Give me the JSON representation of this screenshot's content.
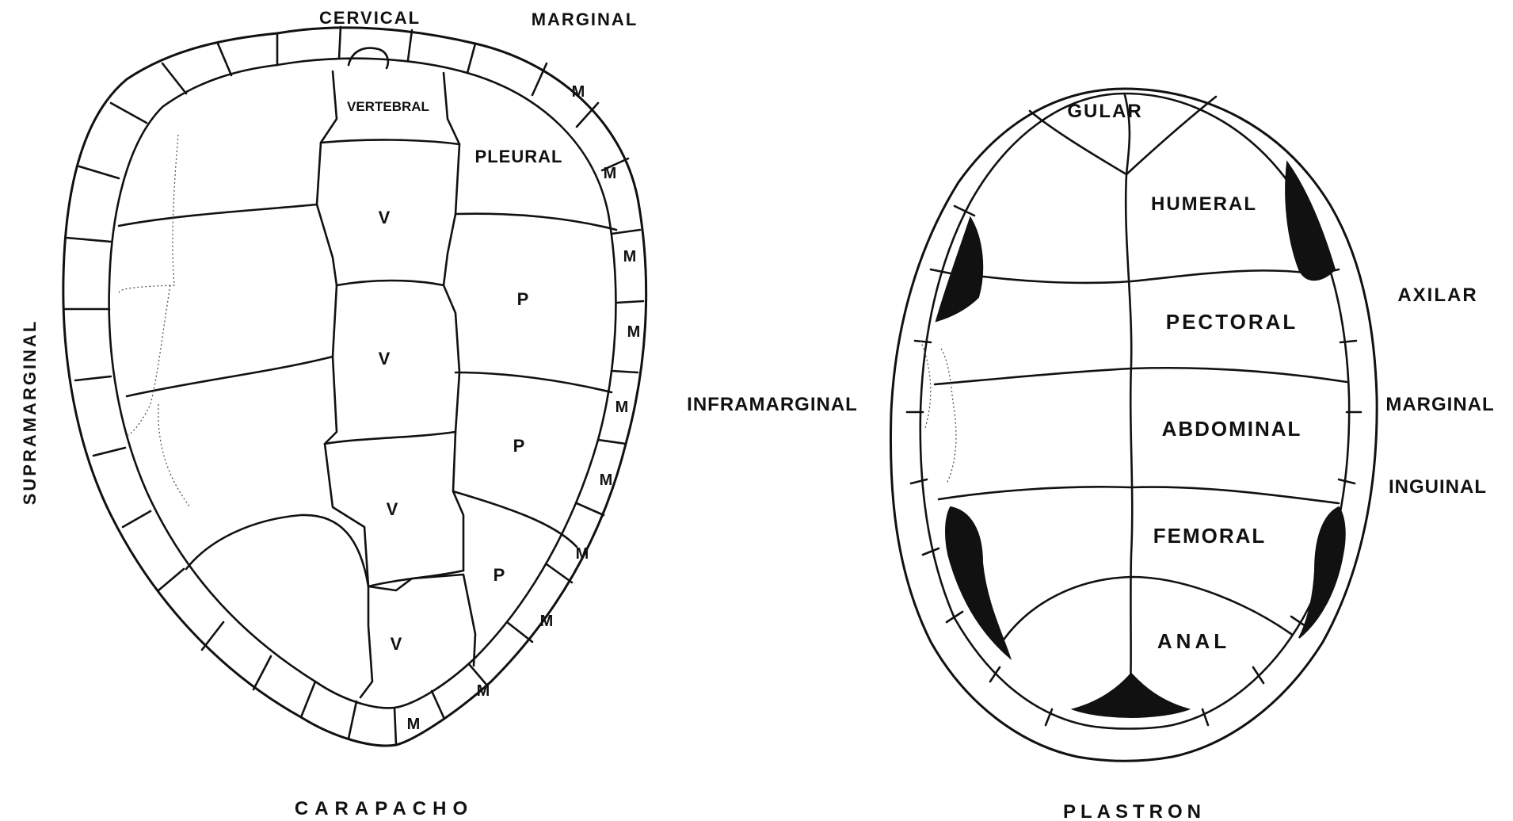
{
  "figure": {
    "labels": {
      "cervical": "CERVICAL",
      "marginal_top": "MARGINAL",
      "vertebral": "VERTEBRAL",
      "pleural": "PLEURAL",
      "supramarginal": "SUPRAMARGINAL",
      "inframarginal": "INFRAMARGINAL",
      "carapacho": "CARAPACHO",
      "gular": "GULAR",
      "humeral": "HUMERAL",
      "pectoral": "PECTORAL",
      "abdominal": "ABDOMINAL",
      "femoral": "FEMORAL",
      "anal": "ANAL",
      "axilar": "AXILAR",
      "marginal_right": "MARGINAL",
      "inguinal": "INGUINAL",
      "plastron": "PLASTRON",
      "m": "M",
      "v": "V",
      "p": "P"
    },
    "colors": {
      "ink": "#111111",
      "paper": "#ffffff"
    }
  }
}
